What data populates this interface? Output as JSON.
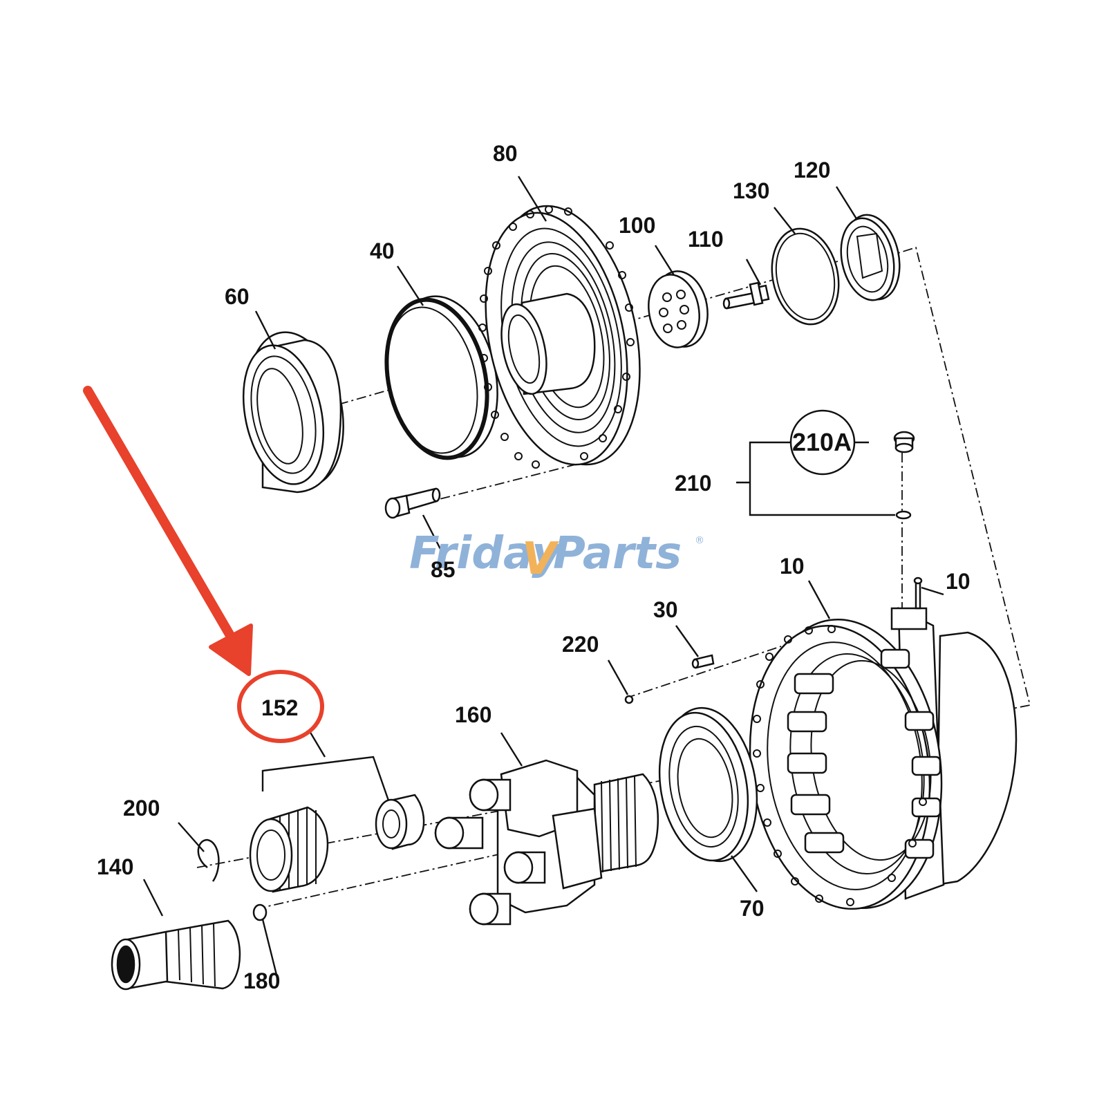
{
  "watermark": {
    "part1": "Friday",
    "part2": "V",
    "part3": "Parts",
    "mark": "®",
    "color_blue": "#8fb2d9",
    "color_orange": "#f2b25a"
  },
  "highlight": {
    "color": "#e8412c",
    "label": "152"
  },
  "callouts": {
    "c80": "80",
    "c40": "40",
    "c60": "60",
    "c100": "100",
    "c110": "110",
    "c130": "130",
    "c120": "120",
    "c210a": "210A",
    "c210": "210",
    "c85": "85",
    "c10a": "10",
    "c10b": "10",
    "c30": "30",
    "c220": "220",
    "c160": "160",
    "c200": "200",
    "c140": "140",
    "c180": "180",
    "c70": "70"
  }
}
